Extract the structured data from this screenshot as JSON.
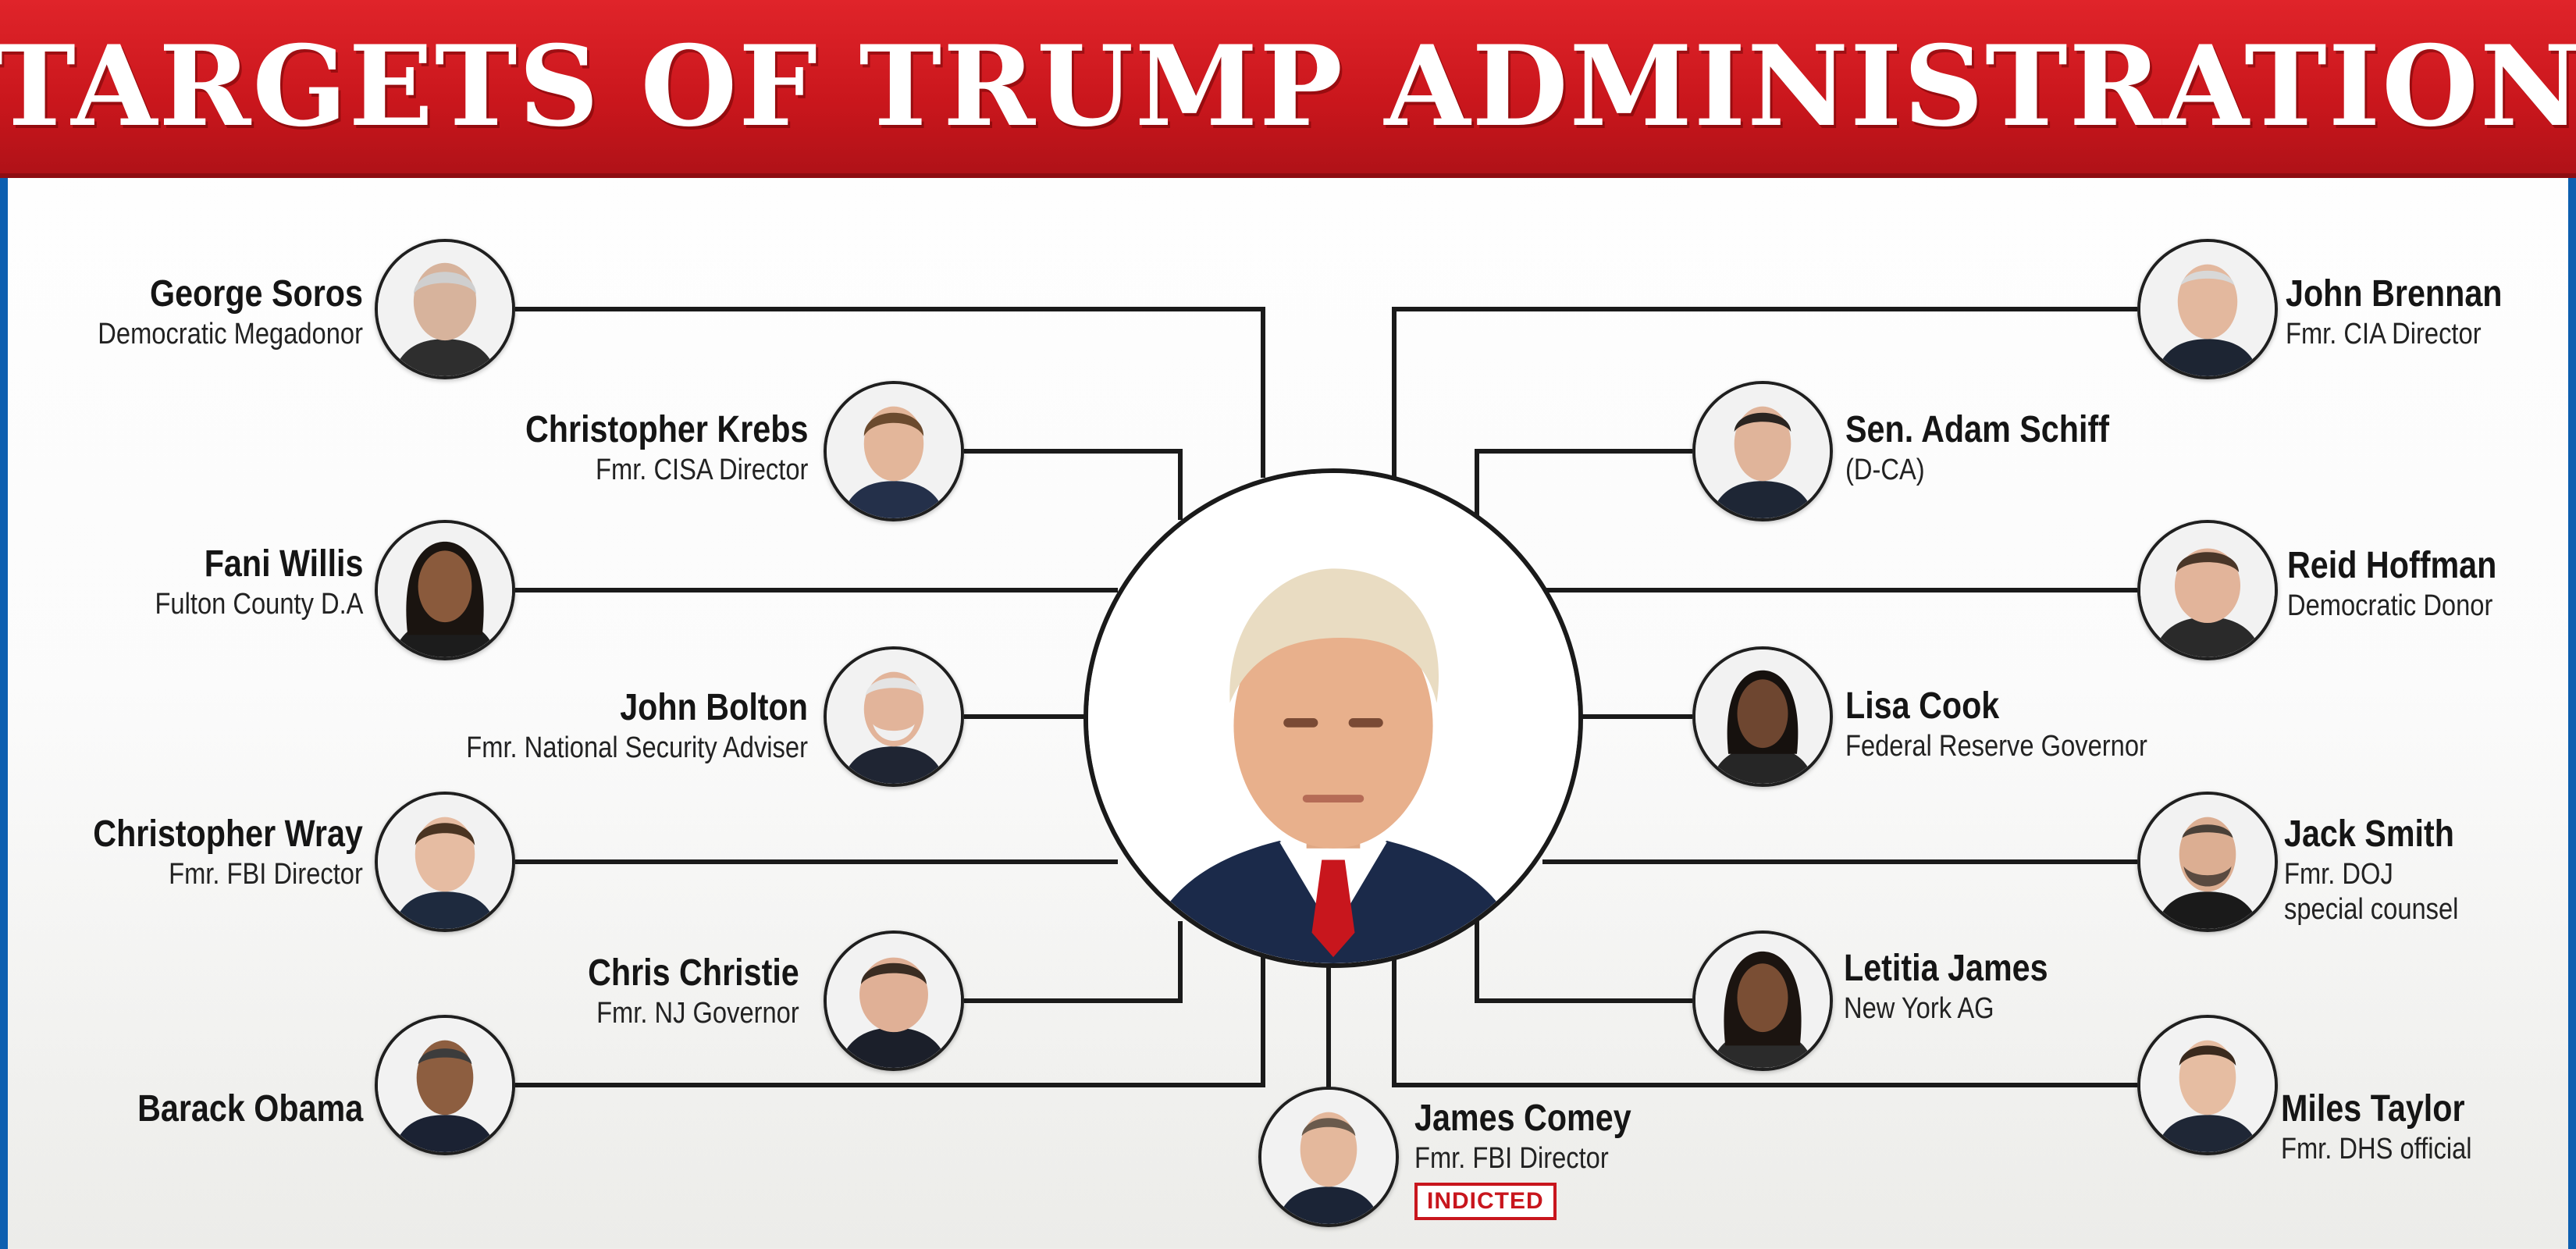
{
  "header": {
    "title": "TARGETS OF TRUMP ADMINISTRATION"
  },
  "center": {
    "icon": "portrait-icon"
  },
  "left_targets": [
    {
      "name": "George Soros",
      "role": "Democratic Megadonor"
    },
    {
      "name": "Christopher Krebs",
      "role": "Fmr. CISA Director"
    },
    {
      "name": "Fani Willis",
      "role": "Fulton County D.A"
    },
    {
      "name": "John Bolton",
      "role": "Fmr. National Security Adviser"
    },
    {
      "name": "Christopher Wray",
      "role": "Fmr. FBI Director"
    },
    {
      "name": "Chris Christie",
      "role": "Fmr. NJ Governor"
    },
    {
      "name": "Barack Obama",
      "role": ""
    }
  ],
  "right_targets": [
    {
      "name": "John Brennan",
      "role": "Fmr. CIA Director"
    },
    {
      "name": "Sen. Adam Schiff",
      "role": "(D-CA)"
    },
    {
      "name": "Reid Hoffman",
      "role": "Democratic Donor"
    },
    {
      "name": "Lisa Cook",
      "role": "Federal Reserve Governor"
    },
    {
      "name": "Jack Smith",
      "role": "Fmr. DOJ",
      "role_line2": "special counsel"
    },
    {
      "name": "Letitia James",
      "role": "New York AG"
    },
    {
      "name": "Miles Taylor",
      "role": "Fmr. DHS official"
    }
  ],
  "bottom_target": {
    "name": "James Comey",
    "role": "Fmr. FBI Director",
    "badge": "INDICTED"
  },
  "colors": {
    "banner_red": "#c9161c",
    "badge_red": "#c8161d",
    "line": "#1a1a1a",
    "suit_navy": "#1b2a4a",
    "tie_red": "#c8161d"
  }
}
